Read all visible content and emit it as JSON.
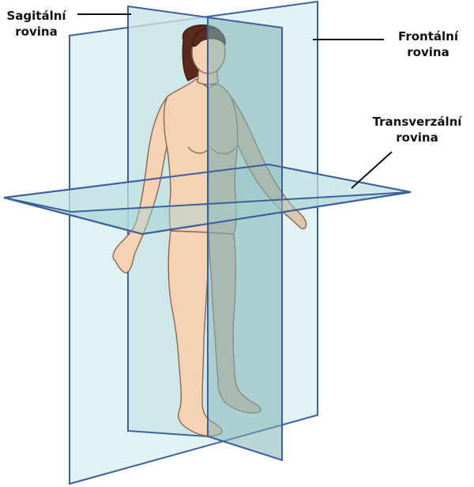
{
  "labels": {
    "sagittal": {
      "line1": "Sagitální",
      "line2": "rovina"
    },
    "frontal": {
      "line1": "Frontální",
      "line2": "rovina"
    },
    "transverse": {
      "line1": "Transverzální",
      "line2": "rovina"
    }
  },
  "colors": {
    "plane_fill": "#cfe9ec",
    "plane_fill_dark": "#8fc0c0",
    "plane_edge": "#3d5f9c",
    "skin": "#f5d2b4",
    "skin_shadow": "#d9c3a8",
    "skin_outline": "#8c6652",
    "hair": "#5a2a1e",
    "leader_line": "#111111"
  }
}
